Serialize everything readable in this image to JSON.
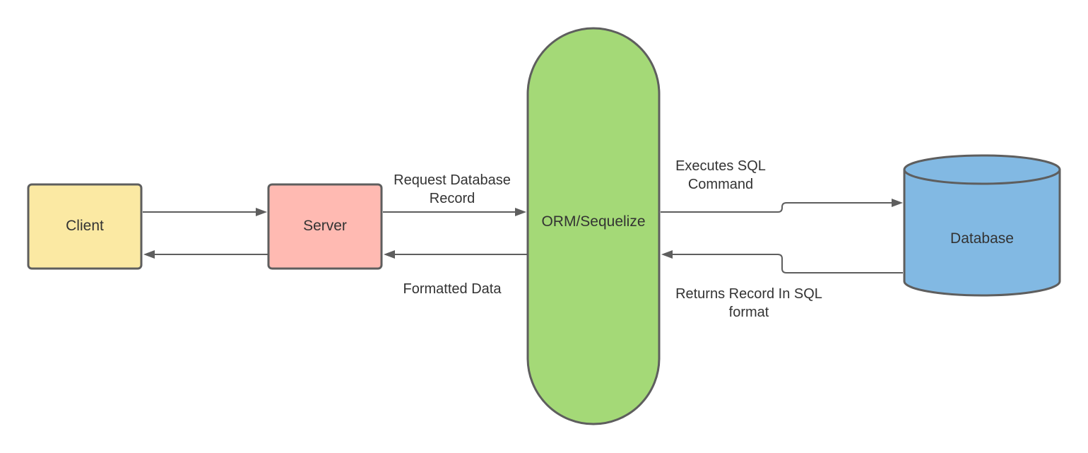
{
  "colors": {
    "client": "#fbe9a3",
    "server": "#ffbab2",
    "orm": "#a4d977",
    "database": "#82b9e3",
    "stroke": "#5e5e5e",
    "text": "#333333"
  },
  "nodes": {
    "client": {
      "label": "Client"
    },
    "server": {
      "label": "Server"
    },
    "orm": {
      "label": "ORM/Sequelize"
    },
    "database": {
      "label": "Database"
    }
  },
  "edges": {
    "request": {
      "label_line1": "Request Database",
      "label_line2": "Record"
    },
    "formatted": {
      "label": "Formatted Data"
    },
    "executes": {
      "label_line1": "Executes SQL",
      "label_line2": "Command"
    },
    "returns": {
      "label_line1": "Returns Record In SQL",
      "label_line2": "format"
    }
  }
}
